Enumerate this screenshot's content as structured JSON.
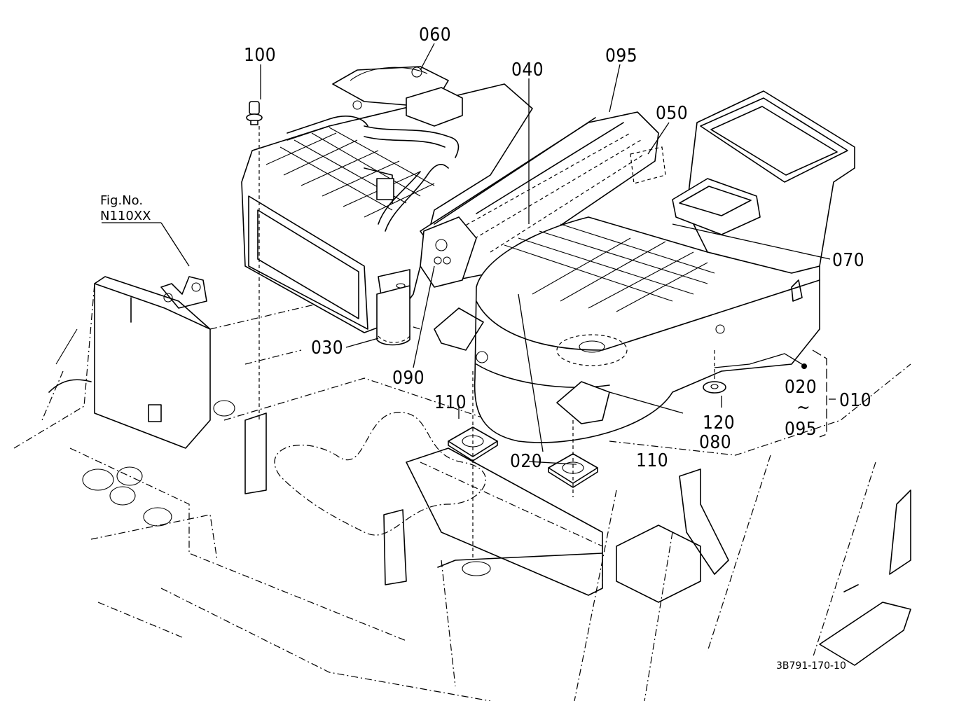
{
  "diagram": {
    "type": "exploded-parts-diagram",
    "subject": "Air conditioner / heater unit assembly",
    "figure_reference": {
      "line1": "Fig.No.",
      "line2": "N110XX"
    },
    "drawing_number": "3B791-170-10",
    "callouts": [
      {
        "id": "c010",
        "label": "010"
      },
      {
        "id": "c020a",
        "label": "020"
      },
      {
        "id": "c020b",
        "label": "020"
      },
      {
        "id": "c030",
        "label": "030"
      },
      {
        "id": "c040",
        "label": "040"
      },
      {
        "id": "c050",
        "label": "050"
      },
      {
        "id": "c060",
        "label": "060"
      },
      {
        "id": "c070",
        "label": "070"
      },
      {
        "id": "c080",
        "label": "080"
      },
      {
        "id": "c090",
        "label": "090"
      },
      {
        "id": "c095a",
        "label": "095"
      },
      {
        "id": "c095b",
        "label": "095"
      },
      {
        "id": "c100",
        "label": "100"
      },
      {
        "id": "c110a",
        "label": "110"
      },
      {
        "id": "c110b",
        "label": "110"
      },
      {
        "id": "c120",
        "label": "120"
      }
    ],
    "range_bracket": {
      "from": "020",
      "tilde": "~",
      "to": "095",
      "assembly": "010"
    }
  }
}
